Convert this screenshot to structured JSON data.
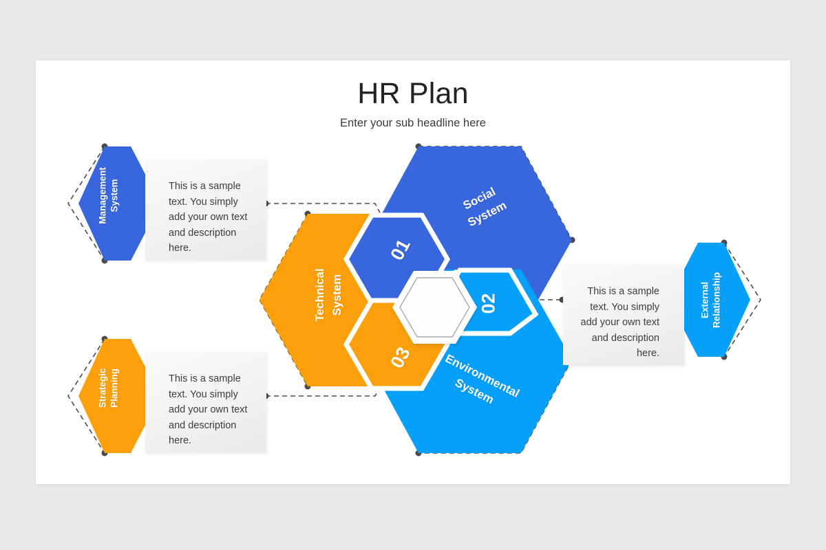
{
  "slide": {
    "title": "HR Plan",
    "subtitle": "Enter your sub headline here",
    "background": "#ffffff",
    "page_background": "#e9e9e9"
  },
  "colors": {
    "blue": "#3866dc",
    "orange": "#fba00b",
    "light_blue": "#06a0fb",
    "panel_text": "#3d3d3d",
    "connector": "#4a4a4a",
    "hex_center_fill": "#ffffff",
    "hex_center_stroke": "#9a9a9a"
  },
  "callouts": [
    {
      "id": "management",
      "label": "Management\nSystem",
      "body": "This is a sample text. You simply add your own text and description here.",
      "color": "#3866dc",
      "side": "left"
    },
    {
      "id": "strategic",
      "label": "Strategic\nPlanning",
      "body": "This is a sample text. You simply add your own text and description here.",
      "color": "#fba00b",
      "side": "left"
    },
    {
      "id": "external",
      "label": "External\nRelationship",
      "body": "This is a sample text. You simply add your own text and description here.",
      "color": "#06a0fb",
      "side": "right"
    }
  ],
  "hexagons": [
    {
      "id": "social",
      "label": "Social\nSystem",
      "color": "#3866dc"
    },
    {
      "id": "technical",
      "label": "Technical\nSystem",
      "color": "#fba00b"
    },
    {
      "id": "environmental",
      "label": "Environmental\nSystem",
      "color": "#06a0fb"
    }
  ],
  "numbers": [
    {
      "id": "01",
      "value": "01",
      "color": "#3866dc"
    },
    {
      "id": "02",
      "value": "02",
      "color": "#06a0fb"
    },
    {
      "id": "03",
      "value": "03",
      "color": "#fba00b"
    }
  ]
}
